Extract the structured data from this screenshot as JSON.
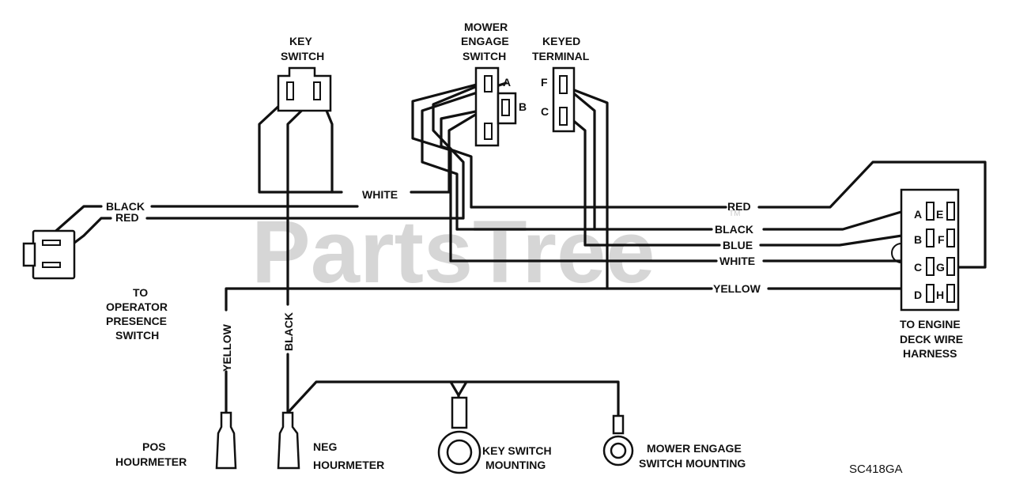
{
  "watermark": {
    "text": "PartsTree",
    "tm": "TM"
  },
  "components": {
    "key_switch": [
      "KEY",
      "SWITCH"
    ],
    "mower_engage_switch": [
      "MOWER",
      "ENGAGE",
      "SWITCH"
    ],
    "keyed_terminal": [
      "KEYED",
      "TERMINAL"
    ],
    "operator_presence": [
      "TO",
      "OPERATOR",
      "PRESENCE",
      "SWITCH"
    ],
    "engine_deck": [
      "TO ENGINE",
      "DECK WIRE",
      "HARNESS"
    ],
    "pos_hourmeter": [
      "POS",
      "HOURMETER"
    ],
    "neg_hourmeter": [
      "NEG",
      "HOURMETER"
    ],
    "key_switch_mounting": [
      "KEY SWITCH",
      "MOUNTING"
    ],
    "mower_engage_mounting": [
      "MOWER ENGAGE",
      "SWITCH MOUNTING"
    ]
  },
  "terminals": {
    "mower_engage": [
      "A",
      "B"
    ],
    "keyed": [
      "F",
      "C"
    ],
    "harness": [
      "A",
      "B",
      "C",
      "D",
      "E",
      "F",
      "G",
      "H"
    ]
  },
  "wires": {
    "black_left": "BLACK",
    "red_left": "RED",
    "white_top": "WHITE",
    "red_right": "RED",
    "black_right": "BLACK",
    "blue": "BLUE",
    "white_right": "WHITE",
    "yellow_right": "YELLOW",
    "yellow_vertical": "YELLOW",
    "black_vertical": "BLACK"
  },
  "drawing_code": "SC418GA"
}
